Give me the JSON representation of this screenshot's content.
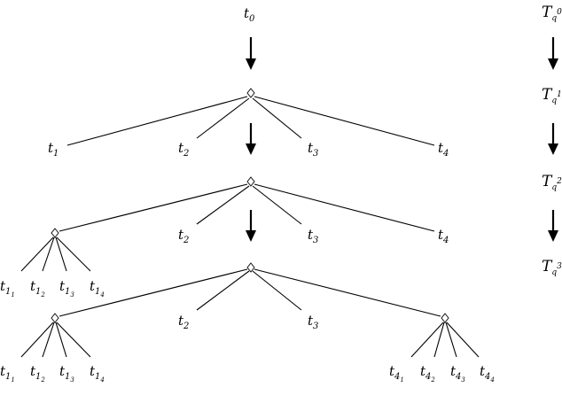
{
  "diagram": {
    "root": {
      "base": "t",
      "sub": "0"
    },
    "levels": [
      {
        "children": [
          {
            "base": "t",
            "sub": "1"
          },
          {
            "base": "t",
            "sub": "2"
          },
          {
            "base": "t",
            "sub": "3"
          },
          {
            "base": "t",
            "sub": "4"
          }
        ]
      },
      {
        "children": [
          {
            "base": "t",
            "sub": "2"
          },
          {
            "base": "t",
            "sub": "3"
          },
          {
            "base": "t",
            "sub": "4"
          }
        ],
        "expanded_leaves": [
          {
            "base": "t",
            "sub": "1",
            "subsub": "1"
          },
          {
            "base": "t",
            "sub": "1",
            "subsub": "2"
          },
          {
            "base": "t",
            "sub": "1",
            "subsub": "3"
          },
          {
            "base": "t",
            "sub": "1",
            "subsub": "4"
          }
        ]
      },
      {
        "children": [
          {
            "base": "t",
            "sub": "2"
          },
          {
            "base": "t",
            "sub": "3"
          }
        ],
        "left_leaves": [
          {
            "base": "t",
            "sub": "1",
            "subsub": "1"
          },
          {
            "base": "t",
            "sub": "1",
            "subsub": "2"
          },
          {
            "base": "t",
            "sub": "1",
            "subsub": "3"
          },
          {
            "base": "t",
            "sub": "1",
            "subsub": "4"
          }
        ],
        "right_leaves": [
          {
            "base": "t",
            "sub": "4",
            "subsub": "1"
          },
          {
            "base": "t",
            "sub": "4",
            "subsub": "2"
          },
          {
            "base": "t",
            "sub": "4",
            "subsub": "3"
          },
          {
            "base": "t",
            "sub": "4",
            "subsub": "4"
          }
        ]
      }
    ],
    "right_column": [
      {
        "base": "T",
        "sub": "q",
        "sup": "0"
      },
      {
        "base": "T",
        "sub": "q",
        "sup": "1"
      },
      {
        "base": "T",
        "sub": "q",
        "sup": "2"
      },
      {
        "base": "T",
        "sub": "q",
        "sup": "3"
      }
    ]
  }
}
